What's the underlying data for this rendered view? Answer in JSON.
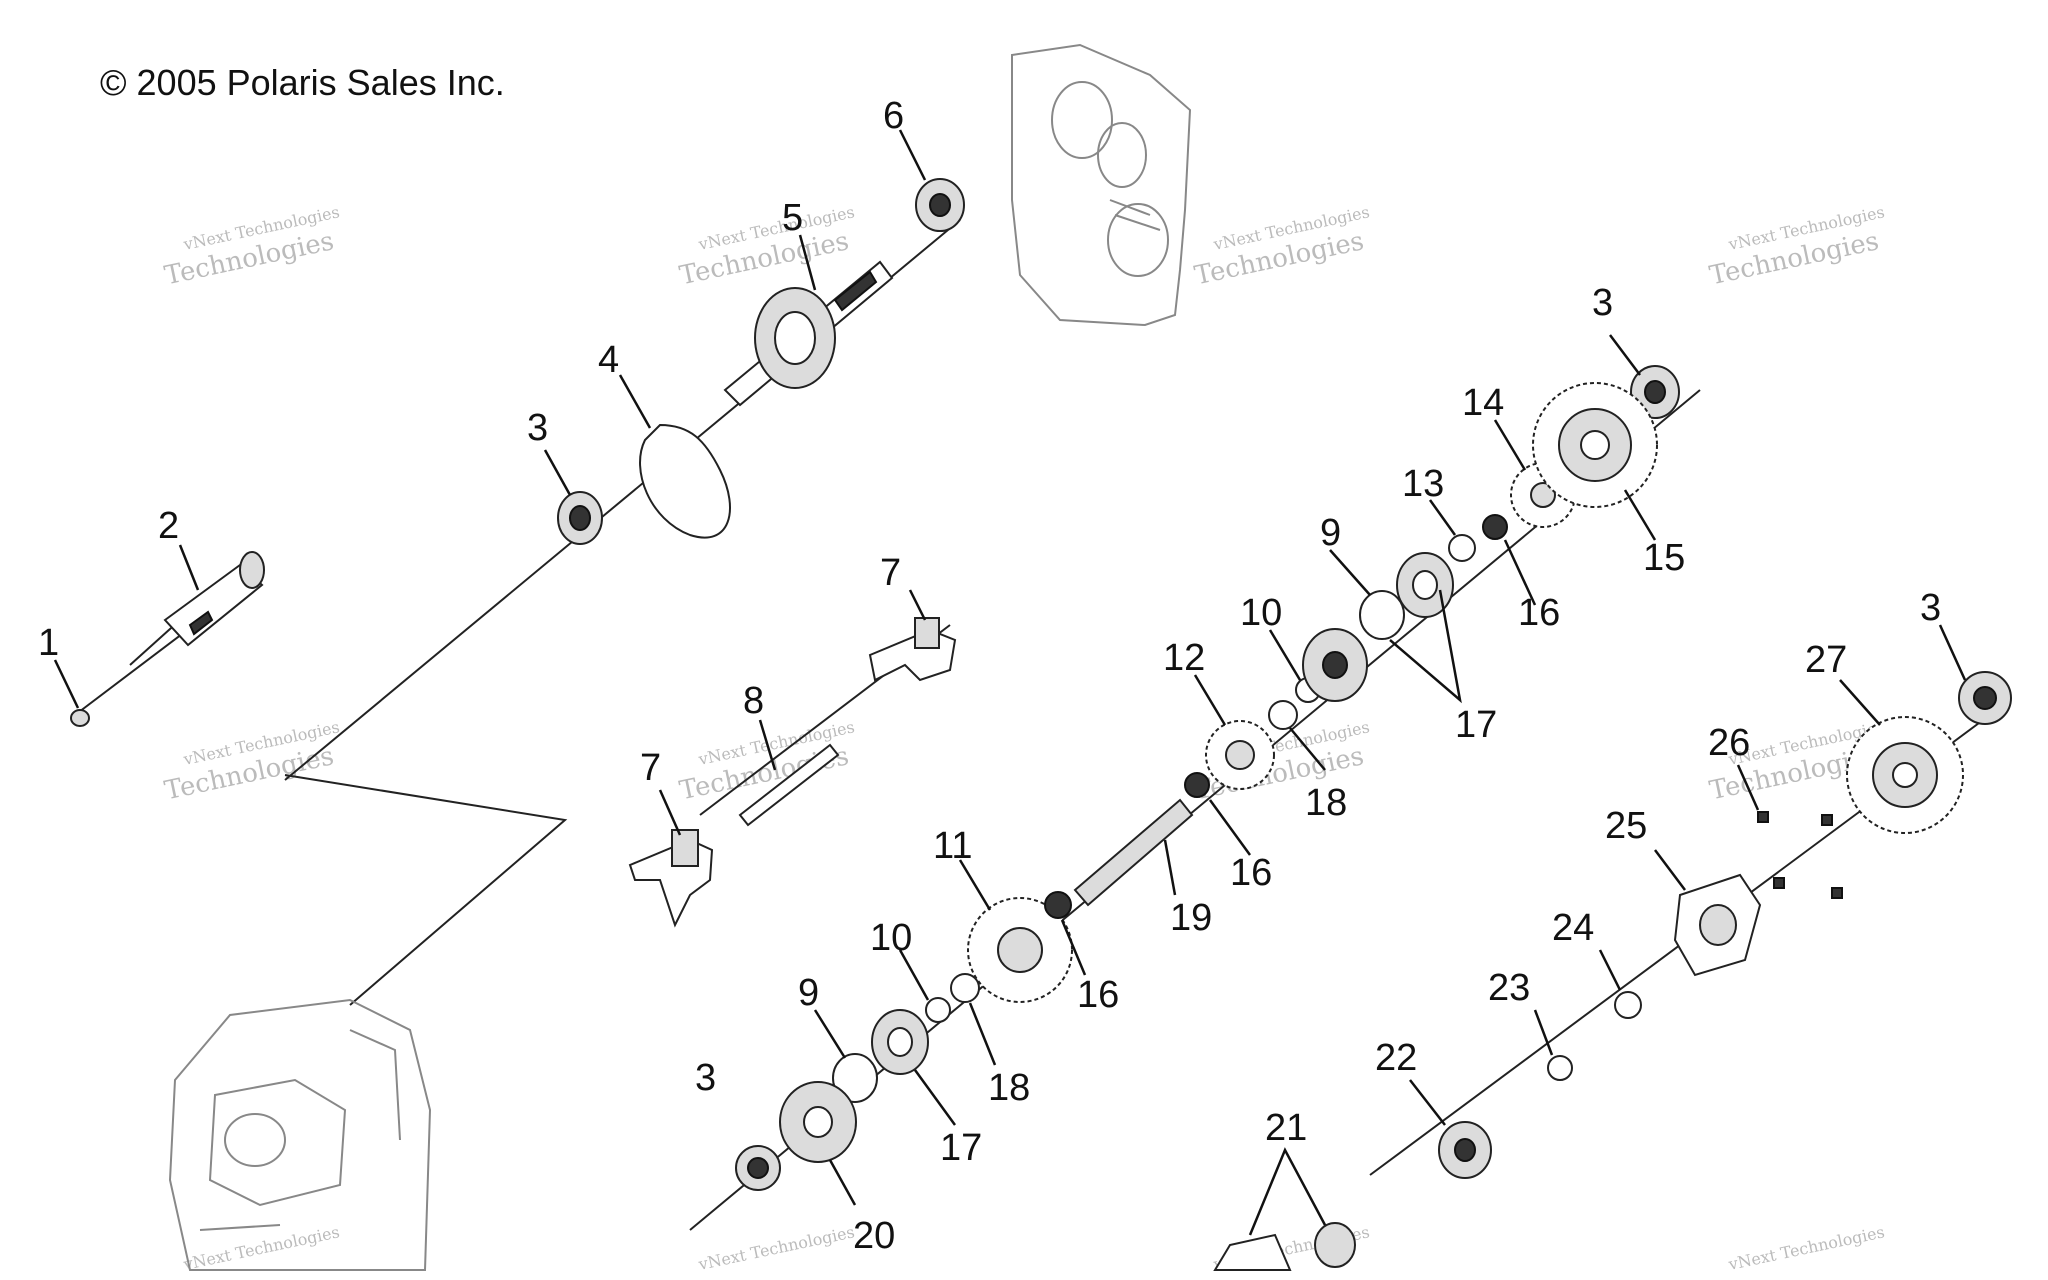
{
  "copyright": "© 2005 Polaris Sales Inc.",
  "watermark": {
    "line1": "vNext Technologies",
    "line2": "Technologies"
  },
  "callouts": {
    "c1": "1",
    "c2": "2",
    "c3a": "3",
    "c3b": "3",
    "c3c": "3",
    "c3d": "3",
    "c4": "4",
    "c5": "5",
    "c6": "6",
    "c7a": "7",
    "c7b": "7",
    "c8": "8",
    "c9a": "9",
    "c9b": "9",
    "c10a": "10",
    "c10b": "10",
    "c11": "11",
    "c12": "12",
    "c13": "13",
    "c14": "14",
    "c15": "15",
    "c16a": "16",
    "c16b": "16",
    "c16c": "16",
    "c17a": "17",
    "c17b": "17",
    "c18a": "18",
    "c18b": "18",
    "c19": "19",
    "c20": "20",
    "c21": "21",
    "c22": "22",
    "c23": "23",
    "c24": "24",
    "c25": "25",
    "c26": "26",
    "c27": "27"
  }
}
